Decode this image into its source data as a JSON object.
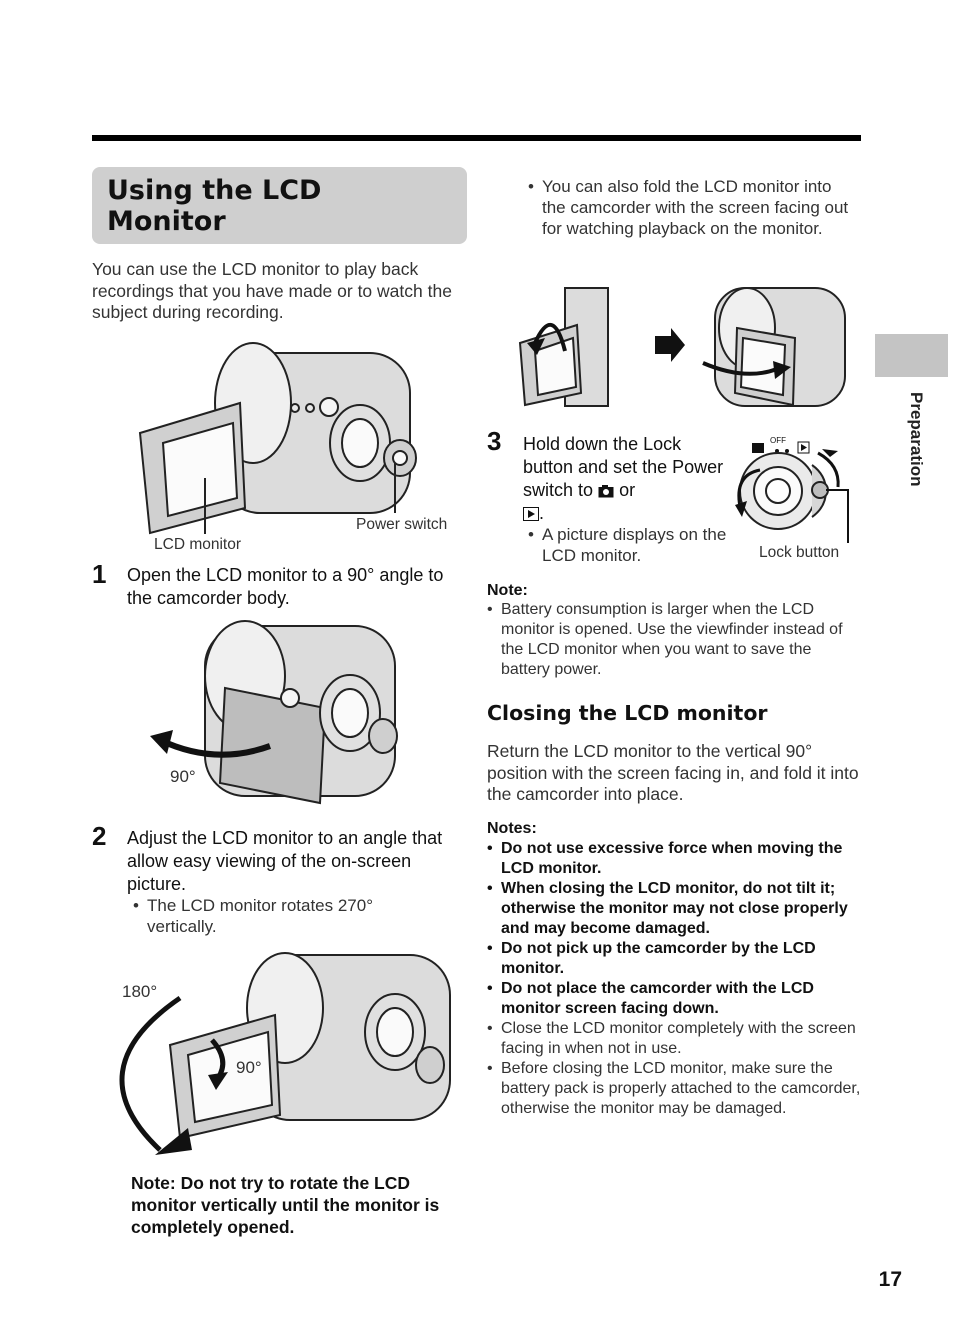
{
  "title": "Using the LCD Monitor",
  "intro": "You can use the LCD monitor to play back recordings that you have made or to watch the subject during recording.",
  "figure1": {
    "lcd_label": "LCD monitor",
    "power_label": "Power switch"
  },
  "step1": {
    "number": "1",
    "text": "Open the LCD monitor to a 90° angle to the camcorder body."
  },
  "figure2": {
    "angle_label": "90°"
  },
  "step2": {
    "number": "2",
    "text": "Adjust the LCD monitor to an angle that allow easy viewing of the on-screen picture.",
    "bullets": [
      "The LCD monitor rotates 270° vertically."
    ]
  },
  "figure3": {
    "angle_180": "180°",
    "angle_90": "90°"
  },
  "warning": "Note: Do not try to rotate the LCD monitor vertically until the monitor is completely opened.",
  "fold_bullet": "You can also fold the LCD monitor into the camcorder with the screen facing out for watching playback on the monitor.",
  "step3": {
    "number": "3",
    "text_before": "Hold down the Lock button and set the Power switch to",
    "text_or": "or",
    "text_end": ".",
    "bullets": [
      "A picture displays on the LCD monitor."
    ],
    "icons": [
      "camera-icon",
      "play-icon"
    ]
  },
  "dial": {
    "off_label": "OFF",
    "lock_label": "Lock button"
  },
  "note": {
    "label": "Note:",
    "items": [
      "Battery consumption is larger when the LCD monitor is opened. Use the viewfinder instead of the LCD monitor when you want to save the battery power."
    ]
  },
  "closing": {
    "heading": "Closing the LCD monitor",
    "text": "Return the LCD monitor to the vertical 90° position with the screen facing in, and fold it into the camcorder into place."
  },
  "notes": {
    "label": "Notes:",
    "bold_items": [
      "Do not use excessive force when moving the LCD monitor.",
      "When closing the LCD monitor, do not tilt it; otherwise the monitor may not close properly and may become damaged.",
      "Do not pick up the camcorder by the LCD monitor.",
      "Do not place the camcorder with the LCD monitor screen facing down."
    ],
    "items": [
      "Close the LCD monitor completely with the screen facing in when not in use.",
      "Before closing the LCD monitor, make sure the battery pack is properly attached to the camcorder, otherwise the monitor may be damaged."
    ]
  },
  "side_tab": "Preparation",
  "page_number": "17"
}
